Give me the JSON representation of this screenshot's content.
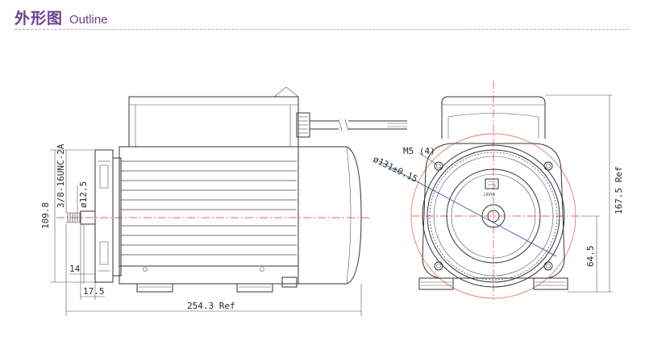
{
  "header": {
    "title_zh": "外形图",
    "title_en": "Outline"
  },
  "dimensions": {
    "overall_height": "109.8",
    "thread": "3/8-16UNC-2A",
    "shaft_dia": "ø12.5",
    "flange_thk": "14",
    "shaft_len": "17.5",
    "overall_len": "254.3 Ref",
    "bolts": "M5 (4)",
    "bolt_circle": "ø131±0.15",
    "total_height": "167.5 Ref",
    "center_height": "64.5"
  },
  "brand": "LINYA"
}
